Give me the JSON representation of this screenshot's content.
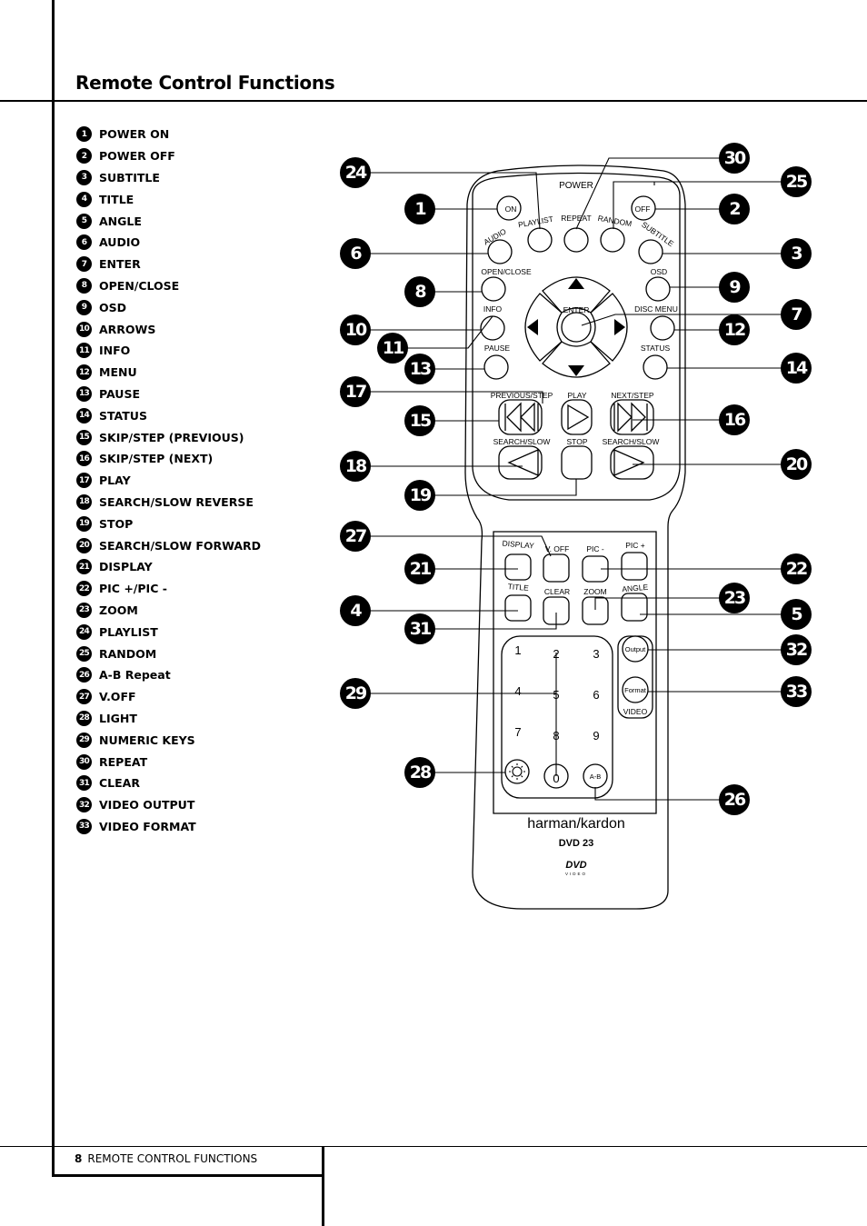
{
  "page": {
    "title": "Remote Control Functions",
    "page_number": "8",
    "footer_label": "REMOTE CONTROL FUNCTIONS"
  },
  "functions": [
    {
      "num": "1",
      "label": "POWER ON"
    },
    {
      "num": "2",
      "label": "POWER OFF"
    },
    {
      "num": "3",
      "label": "SUBTITLE"
    },
    {
      "num": "4",
      "label": "TITLE"
    },
    {
      "num": "5",
      "label": "ANGLE"
    },
    {
      "num": "6",
      "label": "AUDIO"
    },
    {
      "num": "7",
      "label": "ENTER"
    },
    {
      "num": "8",
      "label": "OPEN/CLOSE"
    },
    {
      "num": "9",
      "label": "OSD"
    },
    {
      "num": "10",
      "label": "ARROWS"
    },
    {
      "num": "11",
      "label": "INFO"
    },
    {
      "num": "12",
      "label": "MENU"
    },
    {
      "num": "13",
      "label": "PAUSE"
    },
    {
      "num": "14",
      "label": "STATUS"
    },
    {
      "num": "15",
      "label": "SKIP/STEP (PREVIOUS)"
    },
    {
      "num": "16",
      "label": "SKIP/STEP (NEXT)"
    },
    {
      "num": "17",
      "label": "PLAY"
    },
    {
      "num": "18",
      "label": "SEARCH/SLOW REVERSE"
    },
    {
      "num": "19",
      "label": "STOP"
    },
    {
      "num": "20",
      "label": "SEARCH/SLOW FORWARD"
    },
    {
      "num": "21",
      "label": "DISPLAY"
    },
    {
      "num": "22",
      "label": "PIC +/PIC -"
    },
    {
      "num": "23",
      "label": "ZOOM"
    },
    {
      "num": "24",
      "label": "PLAYLIST"
    },
    {
      "num": "25",
      "label": "RANDOM"
    },
    {
      "num": "26",
      "label": "A-B Repeat"
    },
    {
      "num": "27",
      "label": "V.OFF"
    },
    {
      "num": "28",
      "label": "LIGHT"
    },
    {
      "num": "29",
      "label": "NUMERIC KEYS"
    },
    {
      "num": "30",
      "label": "REPEAT"
    },
    {
      "num": "31",
      "label": "CLEAR"
    },
    {
      "num": "32",
      "label": "VIDEO OUTPUT"
    },
    {
      "num": "33",
      "label": "VIDEO FORMAT"
    }
  ],
  "remote": {
    "power": "POWER",
    "on": "ON",
    "off": "OFF",
    "playlist": "PLAYLIST",
    "repeat": "REPEAT",
    "random": "RANDOM",
    "subtitle": "SUBTITLE",
    "audio": "AUDIO",
    "open_close": "OPEN/CLOSE",
    "osd": "OSD",
    "info": "INFO",
    "enter": "ENTER",
    "disc_menu": "DISC MENU",
    "pause": "PAUSE",
    "status": "STATUS",
    "previous_step": "PREVIOUS/STEP",
    "play": "PLAY",
    "next_step": "NEXT/STEP",
    "search_slow_left": "SEARCH/SLOW",
    "stop": "STOP",
    "search_slow_right": "SEARCH/SLOW",
    "display": "DISPLAY",
    "v_off": "V. OFF",
    "pic_minus": "PIC -",
    "pic_plus": "PIC +",
    "title": "TITLE",
    "clear": "CLEAR",
    "zoom": "ZOOM",
    "angle": "ANGLE",
    "output": "Output",
    "format": "Format",
    "video": "VIDEO",
    "ab": "A-B",
    "keys": [
      "1",
      "2",
      "3",
      "4",
      "5",
      "6",
      "7",
      "8",
      "9",
      "0"
    ],
    "brand": "harman/kardon",
    "model": "DVD 23",
    "dvd_logo": "DVD",
    "dvd_video": "VIDEO"
  }
}
